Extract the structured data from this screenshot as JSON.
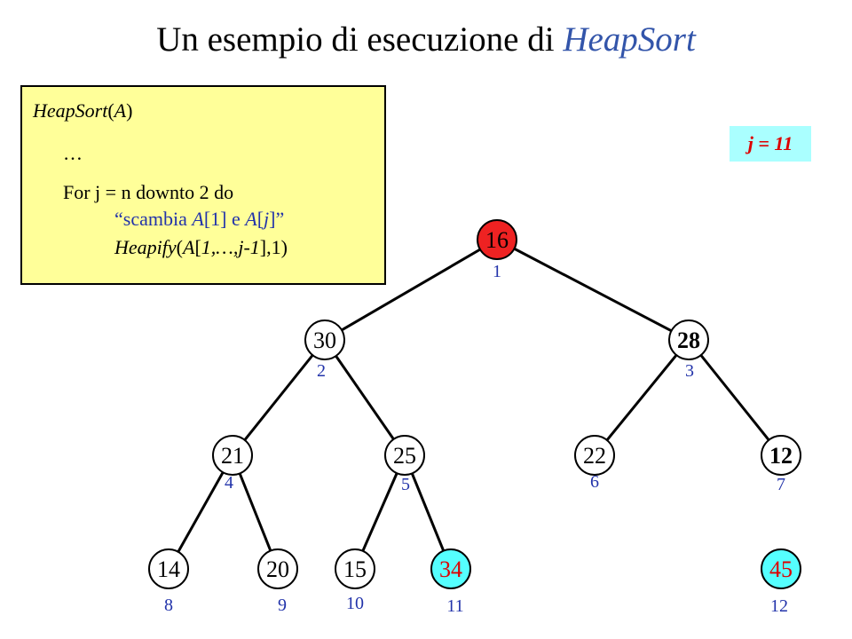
{
  "title": {
    "main": "Un esempio di esecuzione di ",
    "highlight": "HeapSort"
  },
  "code": {
    "l1a": "HeapSort",
    "l1b": "(",
    "l1c": "A",
    "l1d": ")",
    "l2": "…",
    "l3a": "For j  = n ",
    "l3b": "downto",
    "l3c": " 2 ",
    "l3d": "do",
    "l4a": "“scambia ",
    "l4b": "A",
    "l4c": "[1] e ",
    "l4d": "A",
    "l4e": "[",
    "l4f": "j",
    "l4g": "]”",
    "l5a": "Heapify",
    "l5b": "(",
    "l5c": "A",
    "l5d": "[",
    "l5e": "1,…,j-1",
    "l5f": "],1)"
  },
  "badge": {
    "label": "j = 11"
  },
  "colors": {
    "root": "#ee2222",
    "sorted": "#55ffff",
    "white": "#ffffff",
    "index": "#2233aa"
  },
  "tree": {
    "nodes": [
      {
        "value": "16",
        "index": "1",
        "state": "root"
      },
      {
        "value": "30",
        "index": "2",
        "state": "normal"
      },
      {
        "value": "28",
        "index": "3",
        "state": "bold"
      },
      {
        "value": "21",
        "index": "4",
        "state": "normal"
      },
      {
        "value": "25",
        "index": "5",
        "state": "normal"
      },
      {
        "value": "22",
        "index": "6",
        "state": "normal"
      },
      {
        "value": "12",
        "index": "7",
        "state": "bold"
      },
      {
        "value": "14",
        "index": "8",
        "state": "normal"
      },
      {
        "value": "20",
        "index": "9",
        "state": "normal"
      },
      {
        "value": "15",
        "index": "10",
        "state": "normal"
      },
      {
        "value": "34",
        "index": "11",
        "state": "sorted"
      },
      {
        "value": "45",
        "index": "12",
        "state": "sorted"
      }
    ],
    "edges": [
      [
        1,
        2
      ],
      [
        1,
        3
      ],
      [
        2,
        4
      ],
      [
        2,
        5
      ],
      [
        3,
        6
      ],
      [
        3,
        7
      ],
      [
        4,
        8
      ],
      [
        4,
        9
      ],
      [
        5,
        10
      ],
      [
        5,
        11
      ]
    ]
  }
}
